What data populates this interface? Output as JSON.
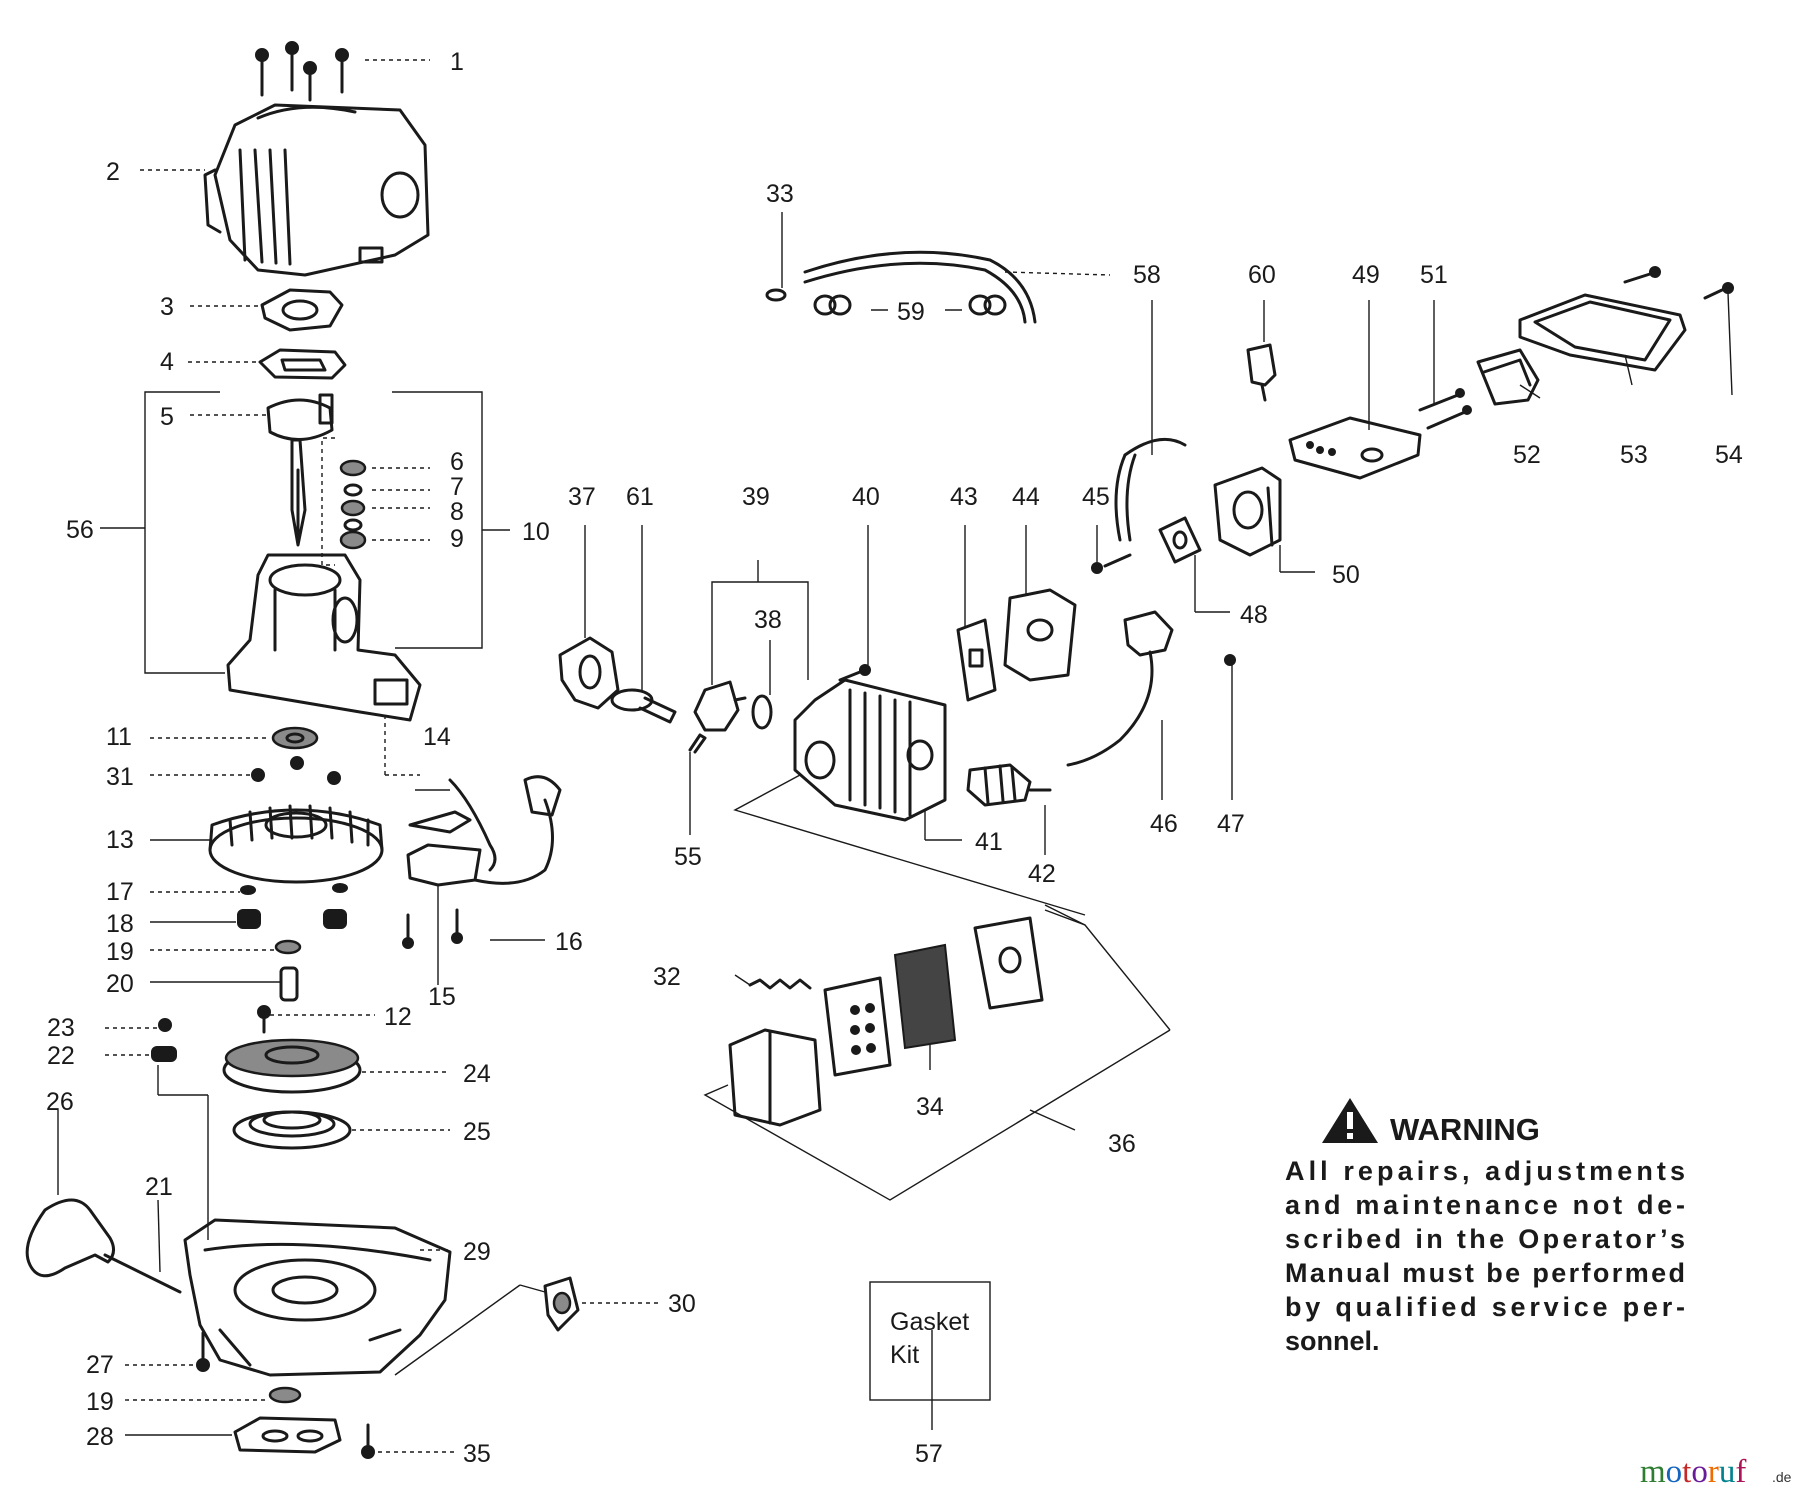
{
  "callouts": {
    "n1": "1",
    "n2": "2",
    "n3": "3",
    "n4": "4",
    "n5": "5",
    "n6": "6",
    "n7": "7",
    "n8": "8",
    "n9": "9",
    "n10": "10",
    "n11": "11",
    "n12": "12",
    "n13": "13",
    "n14": "14",
    "n15": "15",
    "n16": "16",
    "n17": "17",
    "n18": "18",
    "n19a": "19",
    "n19b": "19",
    "n20": "20",
    "n21": "21",
    "n22": "22",
    "n23": "23",
    "n24": "24",
    "n25": "25",
    "n26": "26",
    "n27": "27",
    "n28": "28",
    "n29": "29",
    "n30": "30",
    "n31": "31",
    "n32": "32",
    "n33": "33",
    "n34": "34",
    "n35": "35",
    "n36": "36",
    "n37": "37",
    "n38": "38",
    "n39": "39",
    "n40": "40",
    "n41": "41",
    "n42": "42",
    "n43": "43",
    "n44": "44",
    "n45": "45",
    "n46": "46",
    "n47": "47",
    "n48": "48",
    "n49": "49",
    "n50": "50",
    "n51": "51",
    "n52": "52",
    "n53": "53",
    "n54": "54",
    "n55": "55",
    "n56": "56",
    "n57": "57",
    "n58": "58",
    "n59": "59",
    "n60": "60",
    "n61": "61"
  },
  "warning": {
    "title": "WARNING",
    "lines": [
      "All repairs, adjustments",
      "and maintenance not de-",
      "scribed in the Operator’s",
      "Manual must be performed",
      "by qualified service per-",
      "sonnel."
    ]
  },
  "gasket_kit": {
    "line1": "Gasket",
    "line2": "Kit"
  },
  "watermark": {
    "letters": [
      "m",
      "o",
      "t",
      "o",
      "r",
      "u",
      "f"
    ],
    "suffix": ".de",
    "colors": [
      "#2e7d32",
      "#1565c0",
      "#c62828",
      "#6a1b9a",
      "#ef6c00",
      "#00838f",
      "#ad1457"
    ]
  }
}
